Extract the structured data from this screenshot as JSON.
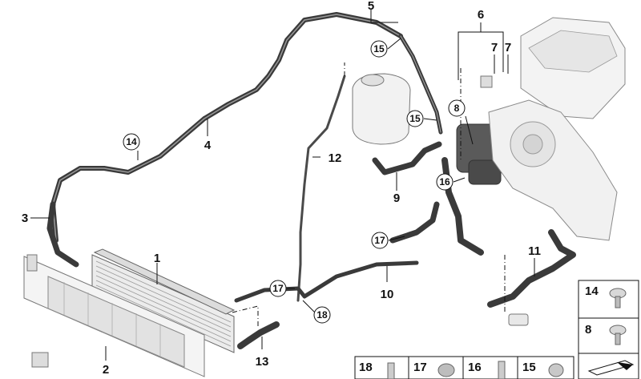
{
  "callouts": {
    "c1": "1",
    "c2": "2",
    "c3": "3",
    "c4": "4",
    "c5": "5",
    "c6": "6",
    "c7a": "7",
    "c7b": "7",
    "c8": "8",
    "c9": "9",
    "c10": "10",
    "c11": "11",
    "c12": "12",
    "c13": "13",
    "c14": "14",
    "c15a": "15",
    "c15b": "15",
    "c16": "16",
    "c17a": "17",
    "c17b": "17",
    "c18": "18"
  },
  "parts_table": {
    "side": [
      "14",
      "8"
    ],
    "bottom": [
      "18",
      "17",
      "16",
      "15"
    ]
  },
  "colors": {
    "hose": "#3a3a3a",
    "hose_highlight": "#8a8a8a",
    "part_fill": "#f2f2f2",
    "part_stroke": "#777777"
  }
}
